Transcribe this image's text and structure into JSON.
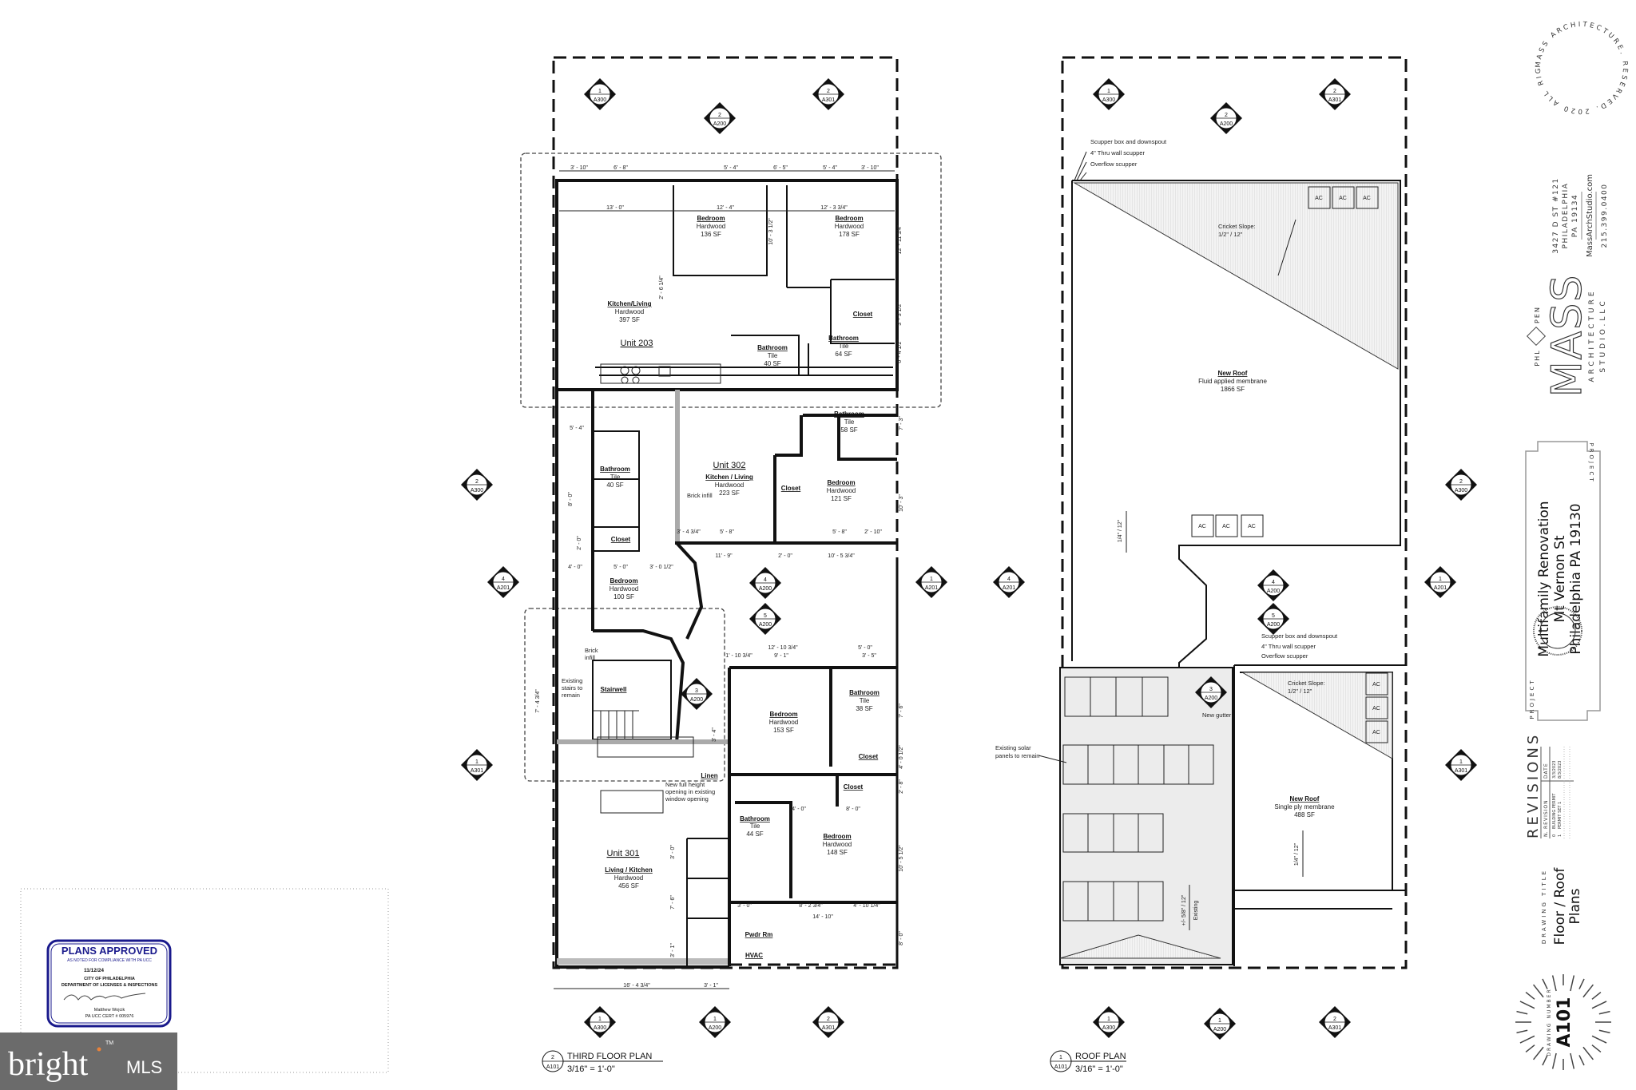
{
  "third_floor": {
    "title": "THIRD FLOOR PLAN",
    "scale": "3/16\" = 1'-0\"",
    "view_num": "2",
    "view_sheet": "A101",
    "units": [
      "Unit 203",
      "Unit 302",
      "Unit 301"
    ],
    "rooms": [
      {
        "name": "Kitchen/Living",
        "finish": "Hardwood",
        "area": "397 SF"
      },
      {
        "name": "Bedroom",
        "finish": "Hardwood",
        "area": "136 SF"
      },
      {
        "name": "Bedroom",
        "finish": "Hardwood",
        "area": "178 SF"
      },
      {
        "name": "Bathroom",
        "finish": "Tile",
        "area": "40 SF"
      },
      {
        "name": "Bathroom",
        "finish": "Tile",
        "area": "64 SF"
      },
      {
        "name": "Closet"
      },
      {
        "name": "Kitchen / Living",
        "finish": "Hardwood",
        "area": "223 SF"
      },
      {
        "name": "Bedroom",
        "finish": "Hardwood",
        "area": "121 SF"
      },
      {
        "name": "Bathroom",
        "finish": "Tile",
        "area": "58 SF"
      },
      {
        "name": "Closet"
      },
      {
        "name": "Bathroom",
        "finish": "Tile",
        "area": "40 SF"
      },
      {
        "name": "Closet"
      },
      {
        "name": "Bedroom",
        "finish": "Hardwood",
        "area": "100 SF"
      },
      {
        "name": "Stairwell"
      },
      {
        "name": "Bedroom",
        "finish": "Hardwood",
        "area": "153 SF"
      },
      {
        "name": "Bathroom",
        "finish": "Tile",
        "area": "38 SF"
      },
      {
        "name": "Closet"
      },
      {
        "name": "Closet"
      },
      {
        "name": "Linen"
      },
      {
        "name": "Bathroom",
        "finish": "Tile",
        "area": "44 SF"
      },
      {
        "name": "Bedroom",
        "finish": "Hardwood",
        "area": "148 SF"
      },
      {
        "name": "Living / Kitchen",
        "finish": "Hardwood",
        "area": "456 SF"
      },
      {
        "name": "Pwdr Rm"
      },
      {
        "name": "HVAC"
      }
    ],
    "notes": [
      "Brick infill",
      "Brick",
      "infill",
      "Existing",
      "stairs to",
      "remain",
      "New full height",
      "opening in existing",
      "window opening"
    ],
    "dims_top": [
      "3' - 10\"",
      "6' - 8\"",
      "5' - 4\"",
      "6' - 5\"",
      "5' - 4\"",
      "3' - 10\""
    ],
    "dims_inner": [
      "13' - 0\"",
      "12' - 4\"",
      "12' - 3 3/4\"",
      "10' - 3 1/2\"",
      "12' - 11 1/4\"",
      "3' - 3 1/2\"",
      "6' - 4 1/2\"",
      "2' - 6 1/4\""
    ],
    "dims_302": [
      "5' - 4\"",
      "8' - 0\"",
      "2' - 0\"",
      "4' - 0\"",
      "5' - 0\"",
      "3' - 0 1/2\"",
      "3' - 4 3/4\"",
      "5' - 8\"",
      "5' - 8\"",
      "2' - 10\"",
      "11' - 9\"",
      "2' - 0\"",
      "10' - 5 3/4\"",
      "7' - 3\"",
      "10' - 3\""
    ],
    "dims_301": [
      "12' - 10 3/4\"",
      "5' - 0\"",
      "1' - 10 3/4\"",
      "9' - 1\"",
      "3' - 5\"",
      "7' - 6\"",
      "4' - 0 1/2\"",
      "2' - 8\"",
      "4' - 0\"",
      "8' - 0\"",
      "10' - 5 1/2\"",
      "3' - 0\"",
      "8' - 2 3/4\"",
      "4' - 10 1/4\"",
      "14' - 10\"",
      "8' - 0\"",
      "3' - 0\"",
      "7' - 6\"",
      "3' - 1\"",
      "16' - 4 3/4\"",
      "3' - 1\"",
      "7' - 4 3/4\"",
      "3' - 4\""
    ],
    "markers": [
      {
        "num": "1",
        "sheet": "A300"
      },
      {
        "num": "2",
        "sheet": "A200"
      },
      {
        "num": "2",
        "sheet": "A301"
      },
      {
        "num": "2",
        "sheet": "A300"
      },
      {
        "num": "4",
        "sheet": "A201"
      },
      {
        "num": "1",
        "sheet": "A301"
      },
      {
        "num": "1",
        "sheet": "A201"
      },
      {
        "num": "4",
        "sheet": "A200"
      },
      {
        "num": "5",
        "sheet": "A200"
      },
      {
        "num": "3",
        "sheet": "A200"
      },
      {
        "num": "1",
        "sheet": "A300"
      },
      {
        "num": "1",
        "sheet": "A200"
      },
      {
        "num": "2",
        "sheet": "A301"
      }
    ]
  },
  "roof": {
    "title": "ROOF PLAN",
    "scale": "3/16\" = 1'-0\"",
    "view_num": "1",
    "view_sheet": "A101",
    "upper_notes": [
      "Scupper box and downspout",
      "4\" Thru wall scupper",
      "Overflow scupper"
    ],
    "cricket_label": "Cricket Slope:",
    "cricket_slope": "1/2\" / 12\"",
    "new_roof_1": {
      "name": "New Roof",
      "type": "Fluid applied membrane",
      "area": "1866 SF"
    },
    "new_roof_2": {
      "name": "New Roof",
      "type": "Single ply membrane",
      "area": "488 SF"
    },
    "slope_1": "1/4\" / 12\"",
    "slope_2": "1/4\" / 12\"",
    "existing_slope": "+/- 5/8\" / 12\"",
    "existing_label": "Existing",
    "new_gutter": "New gutter",
    "solar_note": [
      "Existing solar",
      "panels to remain"
    ],
    "ac_label": "AC",
    "markers": [
      {
        "num": "1",
        "sheet": "A300"
      },
      {
        "num": "2",
        "sheet": "A200"
      },
      {
        "num": "2",
        "sheet": "A301"
      },
      {
        "num": "4",
        "sheet": "A201"
      },
      {
        "num": "2",
        "sheet": "A300"
      },
      {
        "num": "1",
        "sheet": "A201"
      },
      {
        "num": "1",
        "sheet": "A301"
      },
      {
        "num": "4",
        "sheet": "A200"
      },
      {
        "num": "5",
        "sheet": "A200"
      },
      {
        "num": "3",
        "sheet": "A200"
      },
      {
        "num": "1",
        "sheet": "A300"
      },
      {
        "num": "1",
        "sheet": "A200"
      },
      {
        "num": "2",
        "sheet": "A301"
      }
    ]
  },
  "title_block": {
    "copyright_ring": "MASS ARCHITECTURE. RESERVED. 2020 ALL RIGHTS",
    "address": [
      "3427 D ST #121",
      "PHILADELPHIA",
      "PA 19134"
    ],
    "website": "MassArchStudio.com",
    "phone": "215.399.0400",
    "logo": {
      "wordmark": "MASS",
      "sub": "ARCHITECTURE",
      "sub2": "STUDIO.LLC",
      "left": "PHL",
      "right": "PEN"
    },
    "project_label": "PROJECT",
    "project_lines": [
      "Multifamily Renovation",
      "Mt Vernon St",
      "Philadelphia PA 19130"
    ],
    "revisions": {
      "title": "REVISIONS",
      "headers": [
        "N.",
        "REVISION",
        "DATE"
      ],
      "rows": [
        {
          "n": "0",
          "revision": "BUILDING PERMIT",
          "date": "3/3/2023"
        },
        {
          "n": "1",
          "revision": "PERMIT SET 1",
          "date": "8/3/2023"
        }
      ]
    },
    "drawing_title_label": "DRAWING TITLE",
    "drawing_title": [
      "Floor / Roof",
      "Plans"
    ],
    "drawing_number_label": "DRAWING NUMBER",
    "drawing_number": "A101"
  },
  "approval_stamp": {
    "title": "PLANS APPROVED",
    "subtitle": "AS NOTED FOR COMPLIANCE WITH PA UCC",
    "date": "11/12/24",
    "city": "CITY OF PHILADELPHIA",
    "department": "DEPARTMENT OF LICENSES & INSPECTIONS",
    "inspector": "Matthew Wojcik",
    "cert": "PA UCC CERT # 005976",
    "color": "#1a1a8c"
  },
  "watermark": {
    "brand": "bright",
    "suffix": "MLS",
    "tm": "TM",
    "bg": "#6b6b6b",
    "accent": "#e8823a"
  }
}
